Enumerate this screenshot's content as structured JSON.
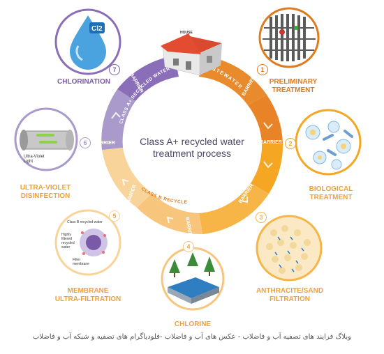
{
  "center_title": [
    "Class A+ recycled water",
    "treatment process"
  ],
  "house_label": "HOUSE",
  "arc_labels": {
    "wastewater": "WASTEWATER",
    "class_a_plus": "CLASS A+ RECYCLED WATER",
    "class_b": "CLASS B RECYCLED WATER"
  },
  "barrier_label": "BARRIER",
  "stages": [
    {
      "number": "1",
      "lines": [
        "PRELIMINARY",
        "TREATMENT"
      ]
    },
    {
      "number": "2",
      "lines": [
        "BIOLOGICAL",
        "TREATMENT"
      ]
    },
    {
      "number": "3",
      "lines": [
        "ANTHRACITE/SAND",
        "FILTRATION"
      ]
    },
    {
      "number": "4",
      "lines": [
        "CHLORINE"
      ]
    },
    {
      "number": "5",
      "lines": [
        "MEMBRANE",
        "ULTRA-FILTRATION"
      ]
    },
    {
      "number": "6",
      "lines": [
        "ULTRA-VIOLET",
        "DISINFECTION"
      ]
    },
    {
      "number": "7",
      "lines": [
        "CHLORINATION"
      ]
    }
  ],
  "insets": {
    "cl2": "Cl2",
    "uv_light": [
      "Ultra-Violet",
      "Light"
    ],
    "membrane": {
      "class_b": "Class B recycled water",
      "filtered": [
        "Highly",
        "filtered",
        "recycled",
        "water"
      ],
      "filter": [
        "Filter",
        "membrane"
      ]
    }
  },
  "watermark": "وبلاگ فرایند های تصفیه آب و فاضلاب - عکس های آب و فاضلاب -فلودیاگرام های تصفیه و شبکه آب و فاضلاب",
  "colors": {
    "orange": "#e07a1e",
    "amber": "#f5a623",
    "light_orange": "#f7c67c",
    "purple": "#7a5aa6",
    "lavender": "#a99acb"
  }
}
